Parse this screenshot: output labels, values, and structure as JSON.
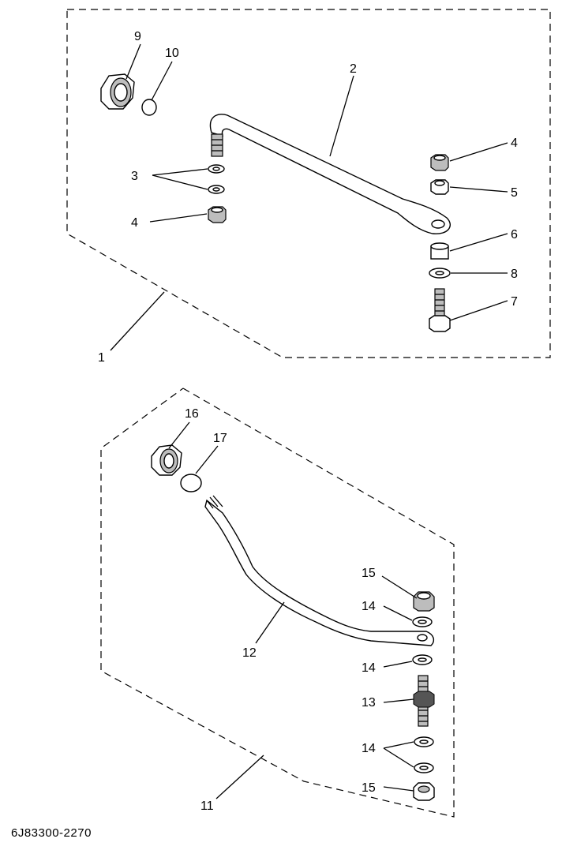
{
  "callouts": {
    "c1": "1",
    "c2": "2",
    "c3": "3",
    "c4a": "4",
    "c4b": "4",
    "c5": "5",
    "c6": "6",
    "c7": "7",
    "c8": "8",
    "c9": "9",
    "c10": "10",
    "c11": "11",
    "c12": "12",
    "c13": "13",
    "c14a": "14",
    "c14b": "14",
    "c14c": "14",
    "c15a": "15",
    "c15b": "15",
    "c16": "16",
    "c17": "17"
  },
  "drawing_code": "6J83300-2270"
}
